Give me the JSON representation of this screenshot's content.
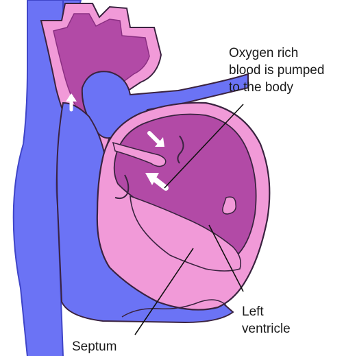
{
  "labels": {
    "oxygen_rich": [
      "Oxygen rich",
      "blood is pumped",
      "to the body"
    ],
    "left_ventricle": [
      "Left",
      "ventricle"
    ],
    "septum": "Septum"
  },
  "colors": {
    "blue_vessel": "#6b73f5",
    "blue_edge": "#3f45c8",
    "pink_outer": "#f19ad8",
    "magenta_chamber": "#b24aa6",
    "outline": "#3a2340",
    "arrow": "#ffffff",
    "leader_line": "#111111"
  }
}
